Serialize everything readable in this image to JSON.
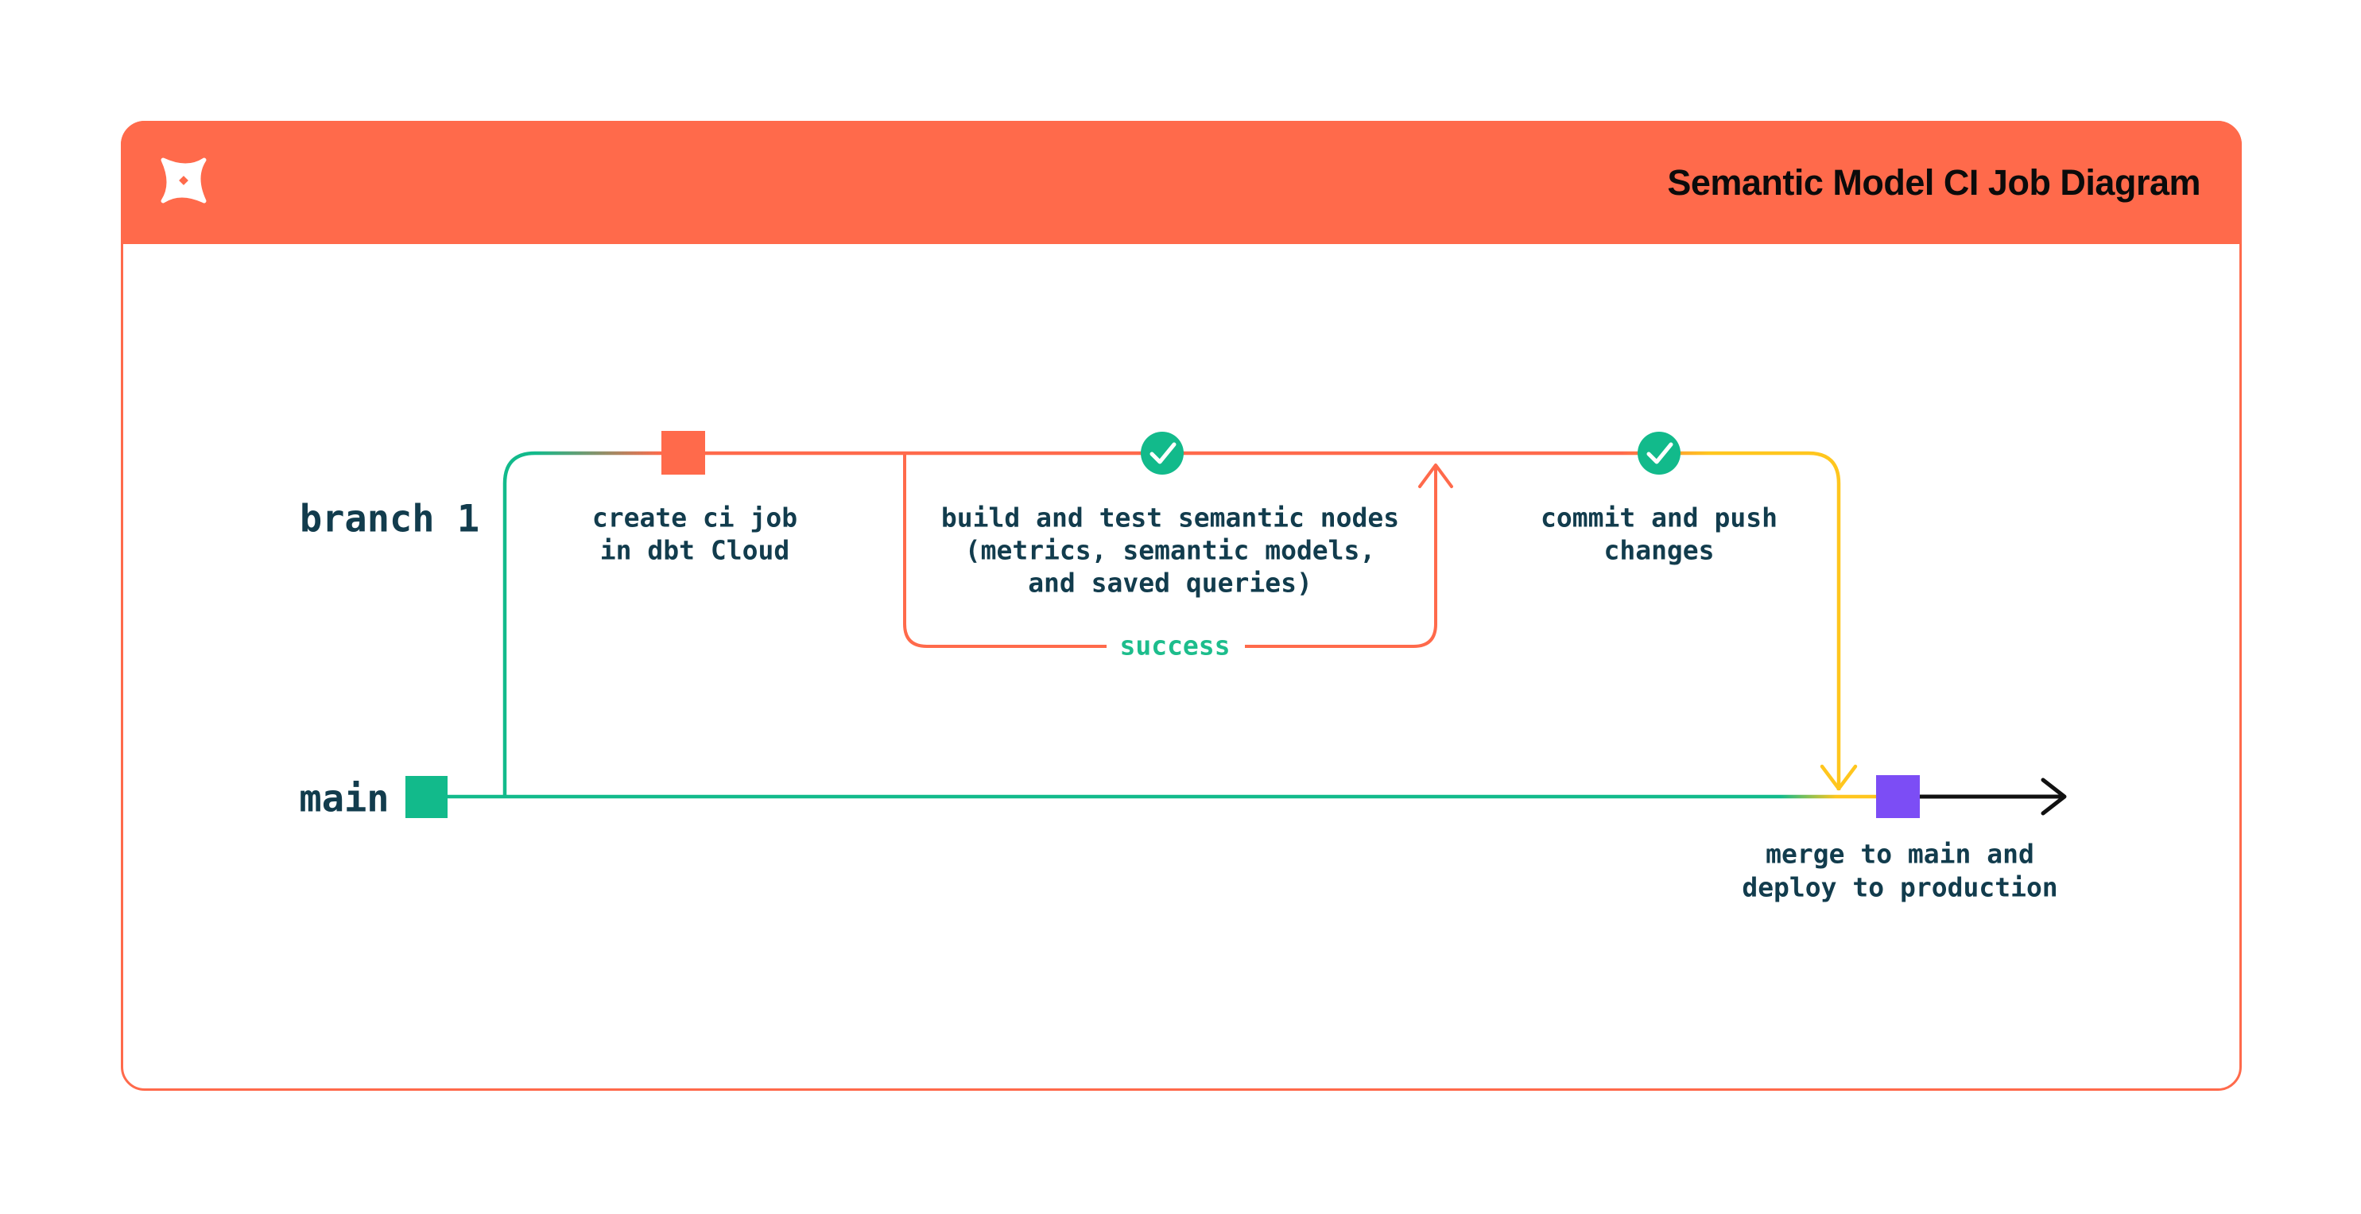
{
  "header": {
    "title": "Semantic Model CI Job Diagram",
    "logo_name": "dbt-logo",
    "background": "#FF6A4B",
    "title_color": "#0B0B0B"
  },
  "lanes": {
    "branch1_label": "branch 1",
    "main_label": "main"
  },
  "loop": {
    "success_label": "success"
  },
  "nodes": {
    "create_ci_job": {
      "marker": "orange-square",
      "lines": [
        "create ci job",
        "in dbt Cloud"
      ]
    },
    "build_and_test": {
      "marker": "green-check-circle",
      "lines": [
        "build and test semantic nodes",
        "(metrics, semantic models,",
        "and saved queries)"
      ]
    },
    "commit_and_push": {
      "marker": "green-check-circle",
      "lines": [
        "commit and push",
        "changes"
      ]
    },
    "merge_to_main": {
      "marker": "purple-square",
      "lines": [
        "merge to main and",
        "deploy to production"
      ]
    }
  },
  "colors": {
    "orange": "#FF6A4B",
    "green": "#12BA8B",
    "yellow": "#FFC61E",
    "purple": "#7C4DF5",
    "ink": "#123C4D",
    "arrow_black": "#111111"
  }
}
